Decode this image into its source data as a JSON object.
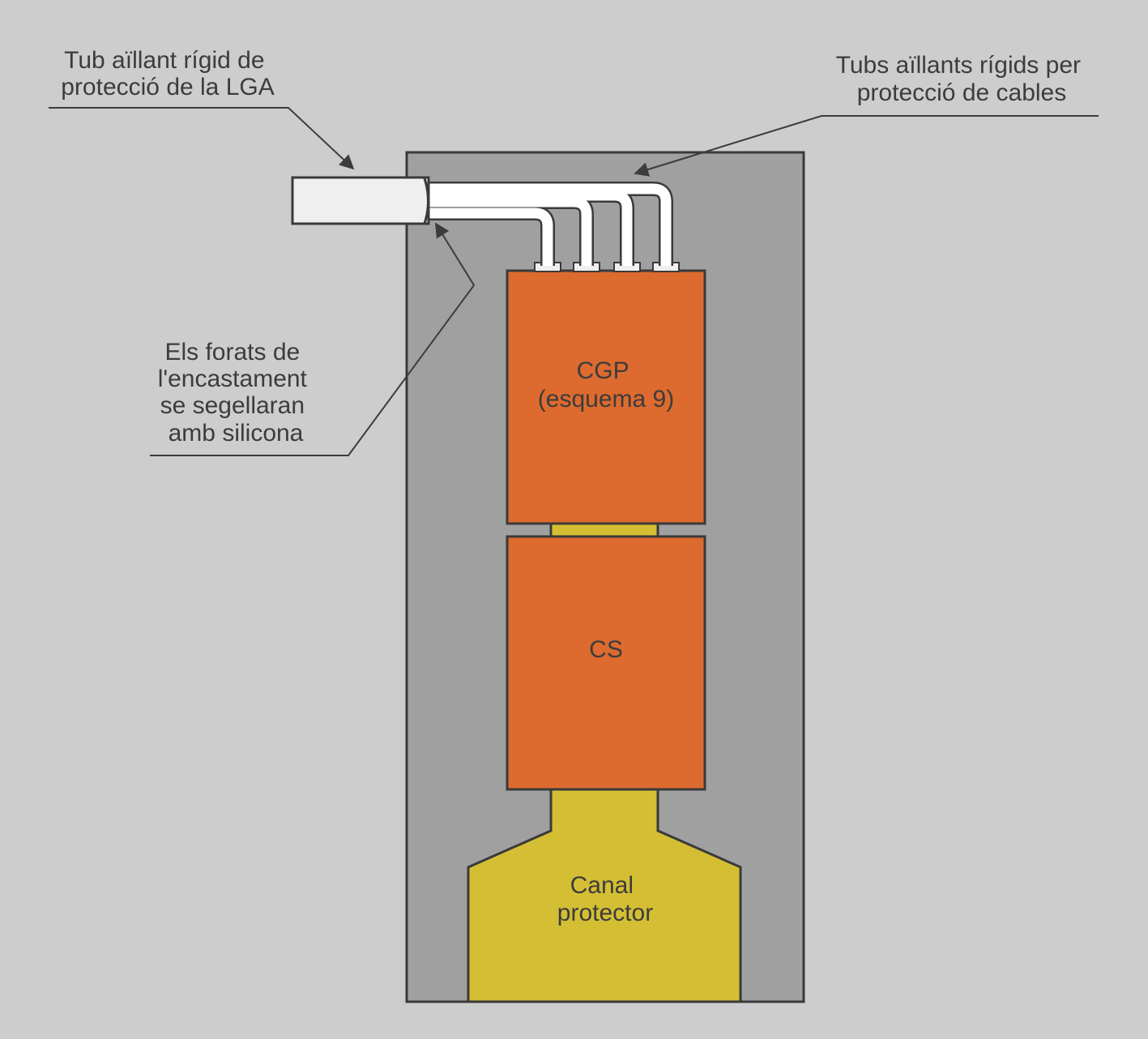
{
  "labels": {
    "lga_tube": [
      "Tub aïllant rígid de",
      "protecció de la LGA"
    ],
    "cable_tubes": [
      "Tubs aïllants rígids per",
      "protecció de cables"
    ],
    "seal_note": [
      "Els forats de",
      "l'encastament",
      "se segellaran",
      "amb silicona"
    ],
    "cgp": [
      "CGP",
      "(esquema 9)"
    ],
    "cs": "CS",
    "canal": [
      "Canal",
      "protector"
    ]
  },
  "colors": {
    "background": "#cdcdcd",
    "niche": "#a0a0a0",
    "box_fill": "#dd6a2e",
    "channel_fill": "#d4be34",
    "tube_fill": "#efefef",
    "outline": "#3a3a3a",
    "text": "#3c3c3c"
  }
}
